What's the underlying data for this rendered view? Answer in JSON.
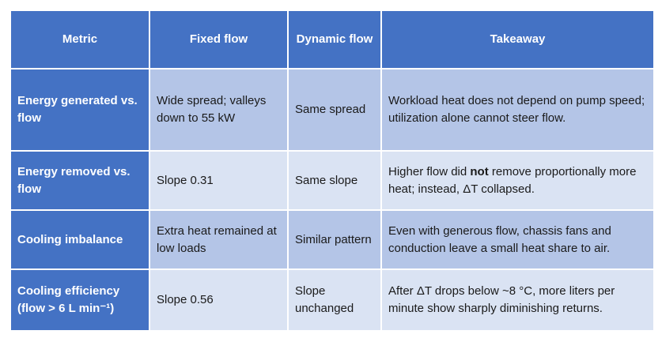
{
  "header": {
    "metric": "Metric",
    "fixed": "Fixed flow",
    "dynamic": "Dynamic flow",
    "takeaway": "Takeaway"
  },
  "rows": [
    {
      "metric": "Energy generated vs. flow",
      "fixed": "Wide spread; valleys down to 55 kW",
      "dynamic": "Same spread",
      "takeaway": "Workload heat does not depend on pump speed; utilization alone cannot steer flow."
    },
    {
      "metric": "Energy removed vs. flow",
      "fixed": "Slope 0.31",
      "dynamic": "Same slope",
      "takeaway_before": "Higher flow did ",
      "takeaway_bold": "not",
      "takeaway_after": " remove proportionally more heat; instead, ΔT collapsed."
    },
    {
      "metric": "Cooling imbalance",
      "fixed": "Extra heat remained at low loads",
      "dynamic": "Similar pattern",
      "takeaway": "Even with generous flow, chassis fans and conduction leave a small heat share to air."
    },
    {
      "metric": "Cooling efficiency (flow > 6 L min⁻¹)",
      "fixed": "Slope 0.56",
      "dynamic": "Slope unchanged",
      "takeaway": "After ΔT drops below ~8 °C, more liters per minute show sharply diminishing returns."
    }
  ],
  "colors": {
    "header": "#4472c4",
    "row_dark": "#b4c5e7",
    "row_light": "#dae3f3"
  }
}
